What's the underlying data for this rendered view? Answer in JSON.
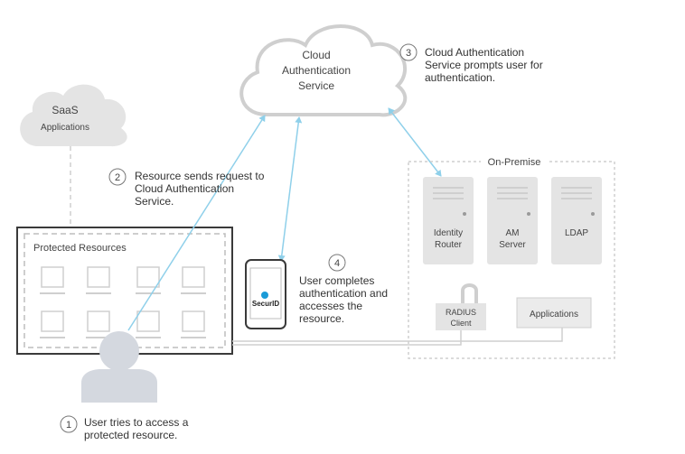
{
  "cloud": {
    "line1": "Cloud",
    "line2": "Authentication",
    "line3": "Service"
  },
  "saas": {
    "line1": "SaaS",
    "line2": "Applications"
  },
  "protected": {
    "title": "Protected Resources"
  },
  "on_premise": {
    "title": "On-Premise",
    "identity_router": {
      "line1": "Identity",
      "line2": "Router"
    },
    "am_server": {
      "line1": "AM",
      "line2": "Server"
    },
    "ldap": {
      "line1": "LDAP"
    },
    "radius": {
      "line1": "RADIUS",
      "line2": "Client"
    },
    "applications": {
      "line1": "Applications"
    }
  },
  "phone": {
    "label": "SecurID"
  },
  "steps": [
    {
      "num": "1",
      "lines": [
        "User tries to access a",
        "protected resource."
      ]
    },
    {
      "num": "2",
      "lines": [
        "Resource sends request to",
        "Cloud Authentication",
        "Service."
      ]
    },
    {
      "num": "3",
      "lines": [
        "Cloud Authentication",
        "Service prompts user for",
        "authentication."
      ]
    },
    {
      "num": "4",
      "lines": [
        "User completes",
        "authentication and",
        "accesses the",
        "resource."
      ]
    }
  ],
  "colors": {
    "arrow": "#8fd0ea",
    "gray": "#cfcfcf",
    "dark": "#3a3a3a",
    "brand": "#1a9bd7"
  }
}
